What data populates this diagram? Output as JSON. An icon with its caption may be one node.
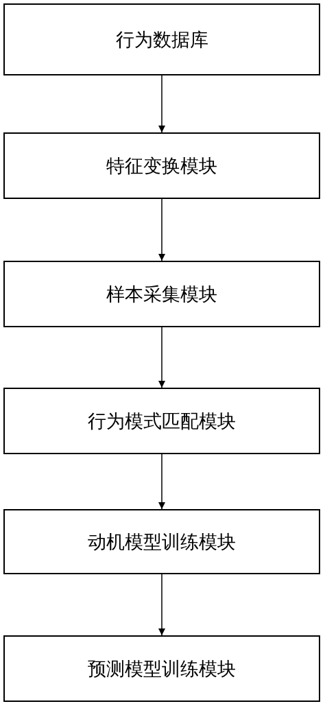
{
  "diagram": {
    "nodes": [
      {
        "text": [
          "行为数据库"
        ]
      },
      {
        "text": [
          "特征变换模块"
        ]
      },
      {
        "text": [
          "样本采集模块"
        ]
      },
      {
        "text": [
          "行为模式匹配模块"
        ]
      },
      {
        "text": [
          "动机模型训练模块"
        ]
      },
      {
        "text": [
          "预测模型训练模块"
        ]
      }
    ],
    "edges": [
      {
        "from": 0,
        "to": 1,
        "arrow": "to"
      },
      {
        "from": 1,
        "to": 2,
        "arrow": "to"
      },
      {
        "from": 2,
        "to": 3,
        "arrow": "to"
      },
      {
        "from": 3,
        "to": 4,
        "arrow": "to"
      },
      {
        "from": 4,
        "to": 5,
        "arrow": "to"
      }
    ]
  }
}
